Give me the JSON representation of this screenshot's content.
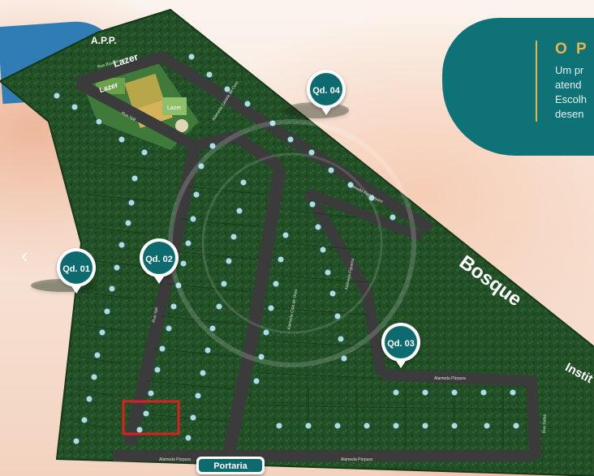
{
  "map": {
    "app_label": "A.P.P.",
    "lazer_label": "Lazer",
    "lazer_inner_label": "Lazer",
    "lazer_small_label": "Lazer",
    "bosque_label": "Bosque",
    "portaria_label": "Portaria",
    "instituto_label": "Instit",
    "quadras": [
      {
        "label": "Qd. 01"
      },
      {
        "label": "Qd. 02"
      },
      {
        "label": "Qd. 03"
      },
      {
        "label": "Qd. 04"
      }
    ],
    "streets": {
      "rua_bracatinga": "Rua Bracatinga",
      "rua_ype": "Rua Ypê",
      "alameda_canela": "Alameda Canela de Ouro",
      "alameda_cipo": "Alameda Cipó de Ouro",
      "alameda_purpura_top": "Alameda Púrpura",
      "alameda_purpura_left": "Alameda Púrpura",
      "alameda_purpura_right": "Alameda Púrpura",
      "alameda_flamboyant": "Alameda Flamboyant",
      "alameda_figueira": "Alameda Figueira",
      "rua_ype_2": "Rua Ypê",
      "rua_sabia": "Rua Sabiá"
    }
  },
  "side_panel": {
    "title": "O P",
    "lines": [
      "Um pr",
      "atend",
      "Escolh",
      "desen"
    ]
  },
  "colors": {
    "grass": "#214d25",
    "road": "#3b3b3b",
    "accent_teal": "#0e7277",
    "gold": "#e6b64a",
    "marker": "#0f6a6e",
    "highlight": "#e31b23"
  },
  "icons": {
    "nav_prev": "chevron-left-icon"
  }
}
